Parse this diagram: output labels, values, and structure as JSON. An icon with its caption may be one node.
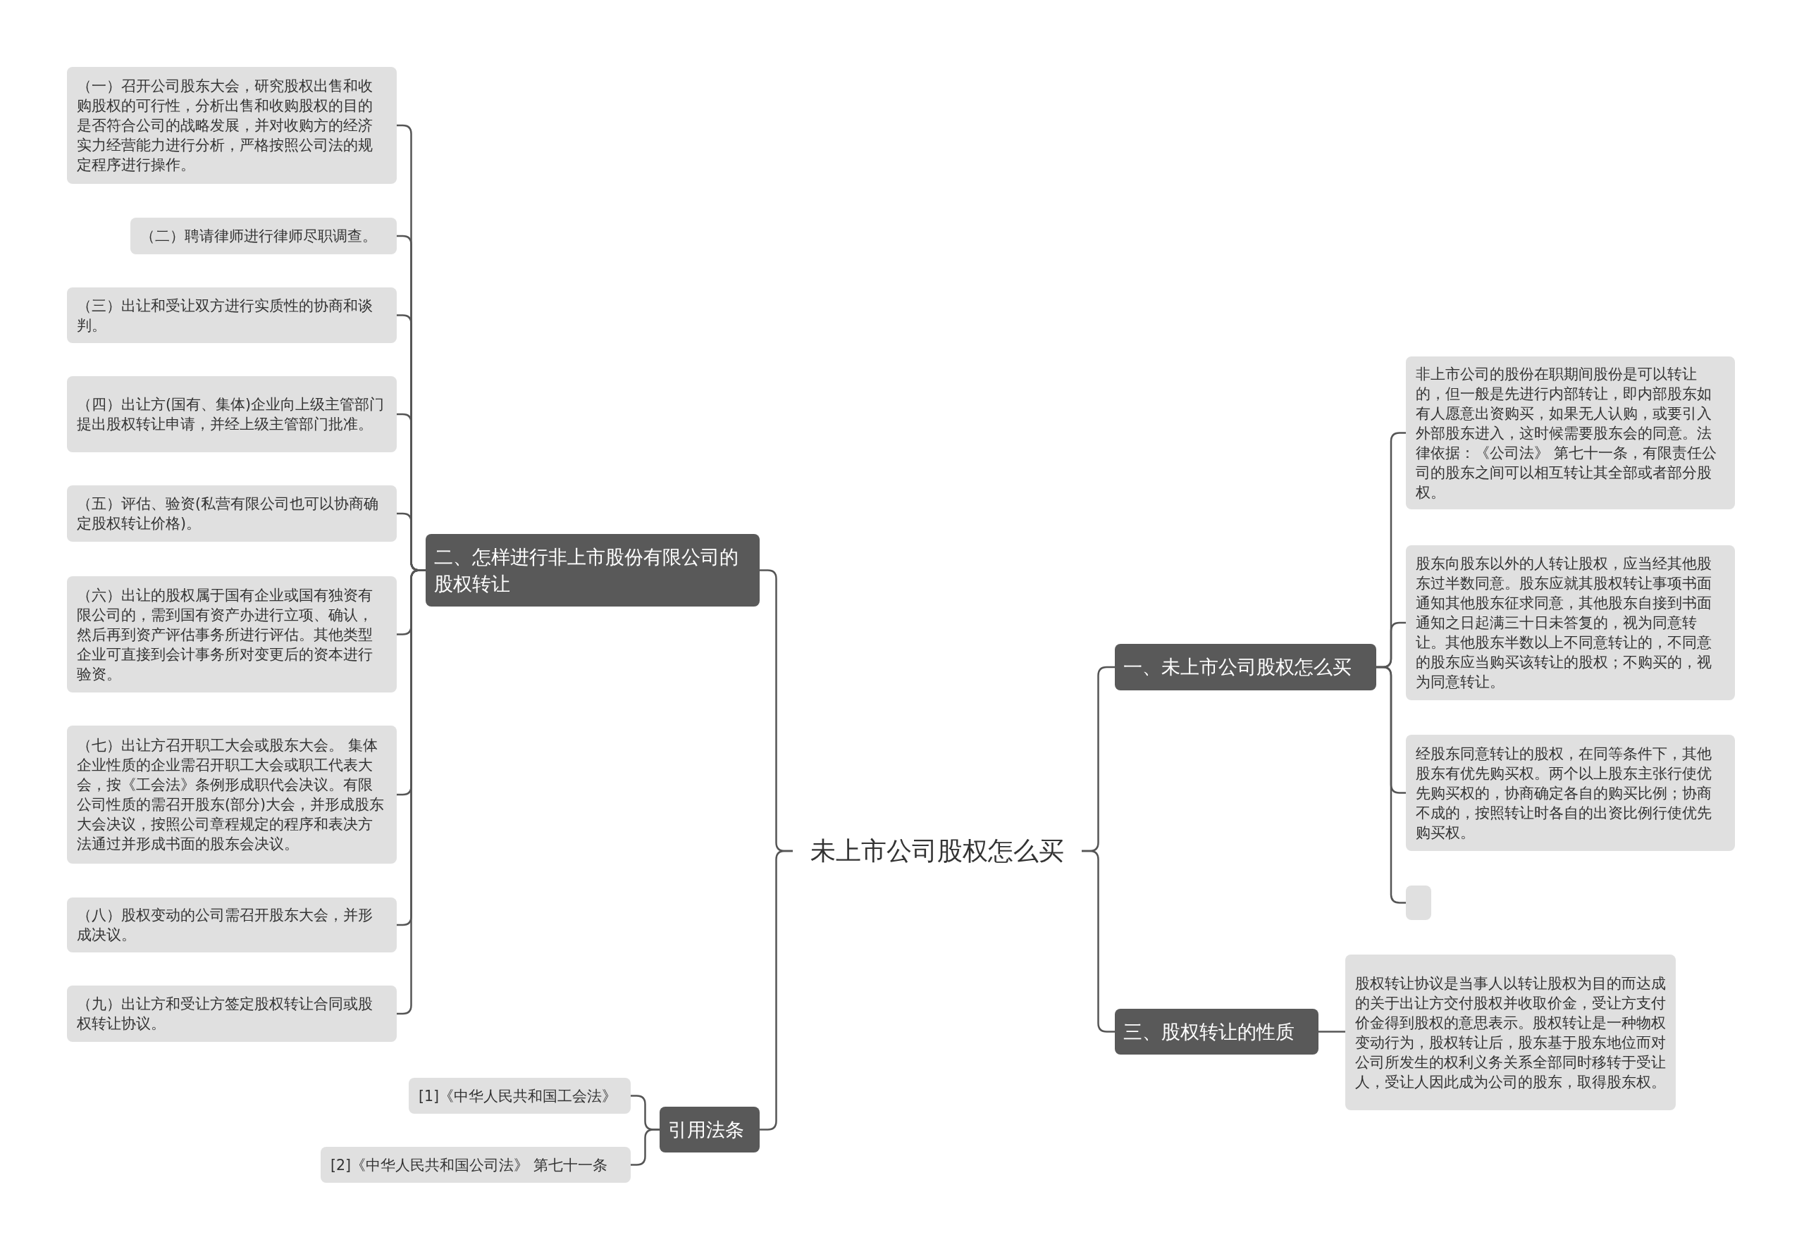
{
  "diagram": {
    "nodes": [
      {
        "text": [
          "未上市公司股权怎么买"
        ]
      },
      {
        "text": [
          "二、怎样进行非上市股份有限公司的股权转让"
        ]
      },
      {
        "text": [
          "（一）召开公司股东大会，研究股权出售和收购股权的可行性，分析出售和收购股权的目的是否符合公司的战略发展，并对收购方的经济实力经营能力进行分析，严格按照公司法的规定程序进行操作。"
        ]
      },
      {
        "text": [
          "（二）聘请律师进行律师尽职调查。"
        ]
      },
      {
        "text": [
          "（三）出让和受让双方进行实质性的协商和谈判。"
        ]
      },
      {
        "text": [
          "（四）出让方(国有、集体)企业向上级主管部门提出股权转让申请，并经上级主管部门批准。"
        ]
      },
      {
        "text": [
          "（五）评估、验资(私营有限公司也可以协商确定股权转让价格)。"
        ]
      },
      {
        "text": [
          "（六）出让的股权属于国有企业或国有独资有限公司的，需到国有资产办进行立项、确认，然后再到资产评估事务所进行评估。其他类型企业可直接到会计事务所对变更后的资本进行验资。"
        ]
      },
      {
        "text": [
          "（七）出让方召开职工大会或股东大会。 集体企业性质的企业需召开职工大会或职工代表大会，按《工会法》条例形成职代会决议。有限公司性质的需召开股东(部分)大会，并形成股东大会决议，按照公司章程规定的程序和表决方法通过并形成书面的股东会决议。"
        ]
      },
      {
        "text": [
          "（八）股权变动的公司需召开股东大会，并形成决议。"
        ]
      },
      {
        "text": [
          "（九）出让方和受让方签定股权转让合同或股权转让协议。"
        ]
      },
      {
        "text": [
          "引用法条"
        ]
      },
      {
        "text": [
          "[1]《中华人民共和国工会法》"
        ]
      },
      {
        "text": [
          "[2]《中华人民共和国公司法》 第七十一条"
        ]
      },
      {
        "text": [
          "一、未上市公司股权怎么买"
        ]
      },
      {
        "text": [
          "非上市公司的股份在职期间股份是可以转让的，但一般是先进行内部转让，即内部股东如有人愿意出资购买，如果无人认购，或要引入外部股东进入，这时候需要股东会的同意。法律依据：《公司法》 第七十一条，有限责任公司的股东之间可以相互转让其全部或者部分股权。"
        ]
      },
      {
        "text": [
          "股东向股东以外的人转让股权，应当经其他股东过半数同意。股东应就其股权转让事项书面通知其他股东征求同意，其他股东自接到书面通知之日起满三十日未答复的，视为同意转让。其他股东半数以上不同意转让的，不同意的股东应当购买该转让的股权；不购买的，视为同意转让。"
        ]
      },
      {
        "text": [
          "经股东同意转让的股权，在同等条件下，其他股东有优先购买权。两个以上股东主张行使优先购买权的，协商确定各自的购买比例；协商不成的，按照转让时各自的出资比例行使优先购买权。"
        ]
      },
      {
        "text": [],
        "shape": "box"
      },
      {
        "text": [
          "三、股权转让的性质"
        ]
      },
      {
        "text": [
          "股权转让协议是当事人以转让股权为目的而达成的关于出让方交付股权并收取价金，受让方支付价金得到股权的意思表示。股权转让是一种物权变动行为，股权转让后，股东基于股东地位而对公司所发生的权利义务关系全部同时移转于受让人，受让人因此成为公司的股东，取得股东权。"
        ]
      }
    ],
    "edges": [
      {
        "from": 0,
        "to": 1,
        "arrow": "none"
      },
      {
        "from": 0,
        "to": 11,
        "arrow": "none"
      },
      {
        "from": 0,
        "to": 14,
        "arrow": "none"
      },
      {
        "from": 0,
        "to": 19,
        "arrow": "none"
      },
      {
        "from": 1,
        "to": 2,
        "arrow": "none"
      },
      {
        "from": 1,
        "to": 3,
        "arrow": "none"
      },
      {
        "from": 1,
        "to": 4,
        "arrow": "none"
      },
      {
        "from": 1,
        "to": 5,
        "arrow": "none"
      },
      {
        "from": 1,
        "to": 6,
        "arrow": "none"
      },
      {
        "from": 1,
        "to": 7,
        "arrow": "none"
      },
      {
        "from": 1,
        "to": 8,
        "arrow": "none"
      },
      {
        "from": 1,
        "to": 9,
        "arrow": "none"
      },
      {
        "from": 1,
        "to": 10,
        "arrow": "none"
      },
      {
        "from": 11,
        "to": 12,
        "arrow": "none"
      },
      {
        "from": 11,
        "to": 13,
        "arrow": "none"
      },
      {
        "from": 14,
        "to": 15,
        "arrow": "none"
      },
      {
        "from": 14,
        "to": 16,
        "arrow": "none"
      },
      {
        "from": 14,
        "to": 17,
        "arrow": "none"
      },
      {
        "from": 14,
        "to": 18,
        "arrow": "none"
      },
      {
        "from": 19,
        "to": 20,
        "arrow": "none"
      }
    ]
  }
}
